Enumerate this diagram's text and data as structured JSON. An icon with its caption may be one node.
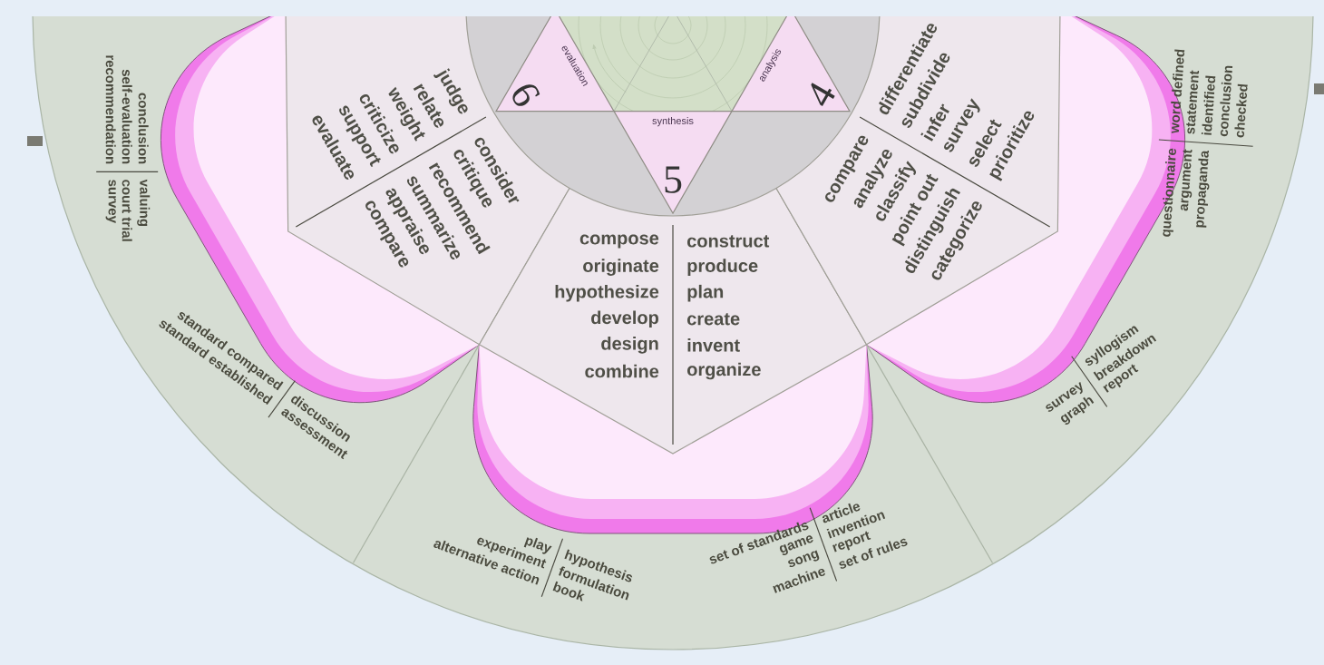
{
  "diagram": {
    "nodes": [
      {
        "text": [
          "evaluation",
          "6"
        ]
      },
      {
        "text": [
          "synthesis",
          "5"
        ]
      },
      {
        "text": [
          "analysis",
          "4"
        ]
      },
      {
        "text": [
          "judge",
          "relate",
          "weight",
          "criticize",
          "support",
          "evaluate",
          "consider",
          "critique",
          "recommend",
          "summarize",
          "appraise",
          "compare"
        ]
      },
      {
        "text": [
          "compose",
          "originate",
          "hypothesize",
          "develop",
          "design",
          "combine",
          "construct",
          "produce",
          "plan",
          "create",
          "invent",
          "organize"
        ]
      },
      {
        "text": [
          "compare",
          "analyze",
          "classify",
          "point out",
          "distinguish",
          "categorize",
          "differentiate",
          "subdivide",
          "infer",
          "survey",
          "select",
          "prioritize"
        ]
      }
    ],
    "labels": [
      "recommendation",
      "self-evaluation",
      "conclusion",
      "survey",
      "court trial",
      "valuing",
      "standard compared",
      "standard established",
      "discussion",
      "assessment",
      "play",
      "experiment",
      "alternative action",
      "hypothesis",
      "formulation",
      "book",
      "set of standards",
      "game",
      "song",
      "machine",
      "article",
      "invention",
      "report",
      "set of rules",
      "survey",
      "graph",
      "syllogism",
      "breakdown",
      "report",
      "questionnaire",
      "argument",
      "propaganda",
      "word defined",
      "statement",
      "identified",
      "conclusion",
      "checked"
    ]
  }
}
